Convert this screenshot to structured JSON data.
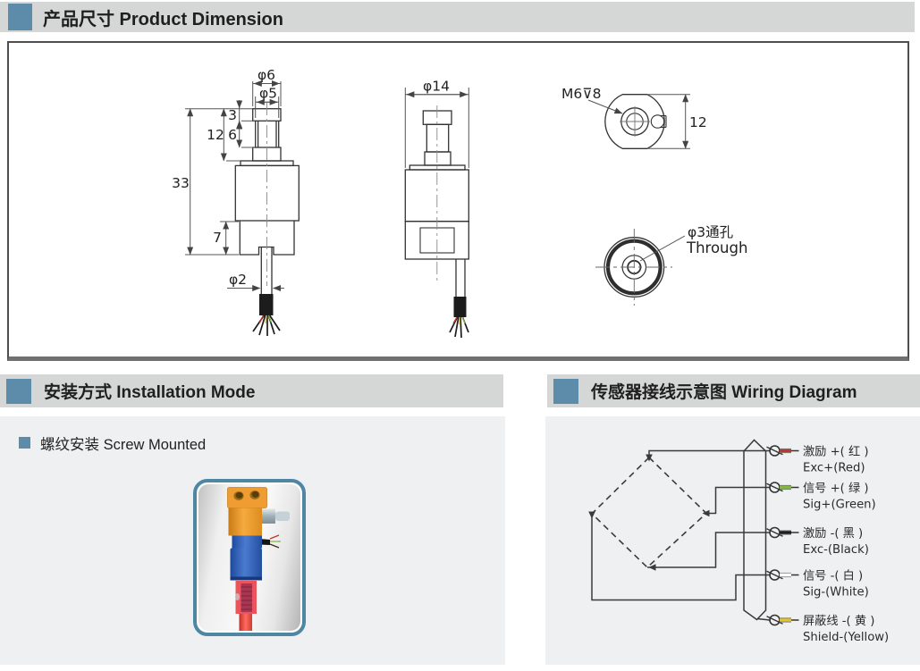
{
  "header": {
    "title": "产品尺寸 Product Dimension"
  },
  "sections": {
    "installation": {
      "title": "安装方式 Installation Mode",
      "screw_label": "螺纹安装 Screw Mounted"
    },
    "wiring": {
      "title": "传感器接线示意图  Wiring Diagram"
    }
  },
  "drawing": {
    "front_view": {
      "dia_cap": "φ6",
      "dia_stem": "φ5",
      "cap_h": "3",
      "head_h": "12",
      "stem_h": "6",
      "total_h": "33",
      "base_h": "7",
      "cable_dia": "φ2"
    },
    "side_view": {
      "dia_body": "φ14"
    },
    "top_view": {
      "thread_label": "M6⊽8",
      "flat_width": "12"
    },
    "bottom_view": {
      "hole_label_cn": "φ3通孔",
      "hole_label_en": "Through"
    }
  },
  "wiring_diagram": {
    "terminals": [
      {
        "cn": "激励 +( 红 )",
        "en": "Exc+(Red)",
        "color": "#c3342b"
      },
      {
        "cn": "信号 +( 绿 )",
        "en": "Sig+(Green)",
        "color": "#84b44a"
      },
      {
        "cn": "激励 -( 黑 )",
        "en": "Exc-(Black)",
        "color": "#1f1f1f"
      },
      {
        "cn": "信号 -( 白 )",
        "en": "Sig-(White)",
        "color": "#ffffff"
      },
      {
        "cn": "屏蔽线 -( 黄 )",
        "en": "Shield-(Yellow)",
        "color": "#e3c52f"
      }
    ]
  },
  "colors": {
    "accent_blue": "#5d8cab",
    "header_gray": "#d5d6d6",
    "panel_gray": "#eef0f1",
    "card_border": "#4f86a2"
  }
}
